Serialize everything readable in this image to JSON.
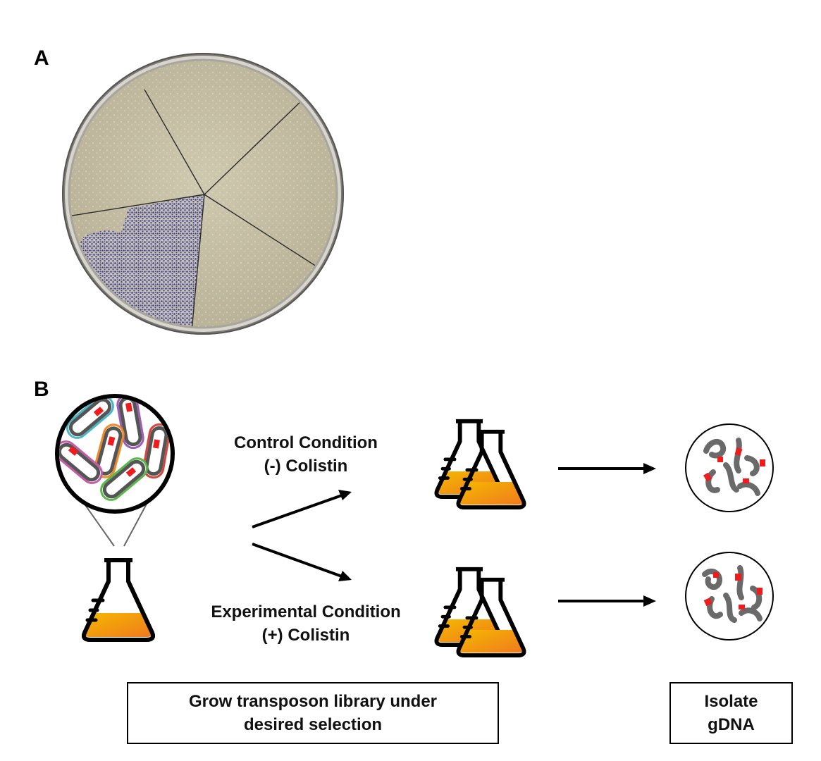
{
  "panels": {
    "a_label": "A",
    "b_label": "B"
  },
  "conditions": {
    "control": {
      "title": "Control Condition",
      "subtitle": "(-) Colistin"
    },
    "experimental": {
      "title": "Experimental Condition",
      "subtitle": "(+) Colistin"
    }
  },
  "steps": {
    "grow": {
      "line1": "Grow transposon library under",
      "line2": "desired selection"
    },
    "isolate": {
      "line1": "Isolate",
      "line2": "gDNA"
    }
  },
  "icons": [
    "petri-dish-photo",
    "bacteria-cell-icon",
    "flask-icon",
    "double-flask-icon",
    "gdna-circle-icon",
    "arrow-icon"
  ],
  "colors": {
    "culture_top": "#f5b800",
    "culture_bottom": "#f07a1e",
    "transposon": "#ee1c1c",
    "chromosome": "#6a6a6a",
    "stain_blue": "#3d3fa2",
    "agar": "#c9c3a8"
  }
}
